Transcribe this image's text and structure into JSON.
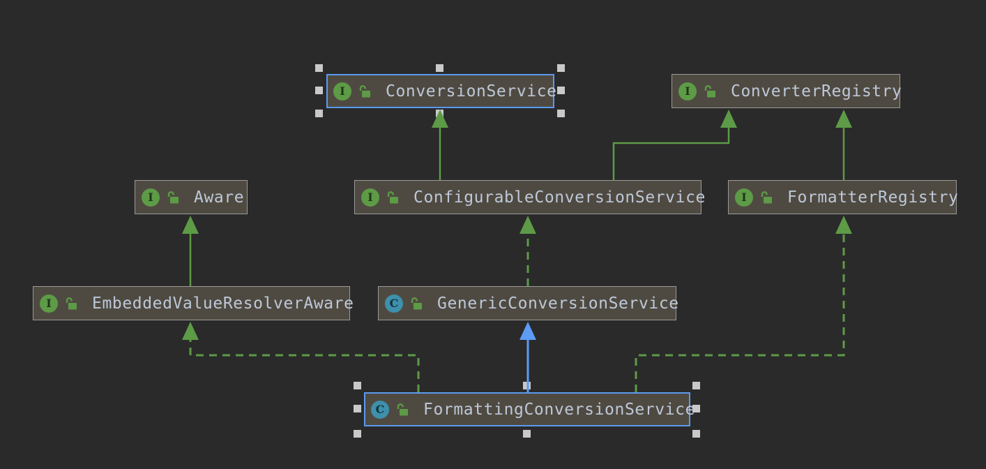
{
  "diagram": {
    "tool": "uml-class-diagram",
    "background_color": "#2a2a2a",
    "node_fill": "#4f4a41",
    "node_border": "#9a9a9a",
    "selection_border": "#5a9af0",
    "label_color": "#bdc8d9",
    "inheritance_color": "#5d9b47",
    "class_extends_color": "#5e9bf5",
    "interface_badge_color": "#5d9b47",
    "class_badge_color": "#3e90ac"
  },
  "icons": {
    "interface_letter": "I",
    "class_letter": "C",
    "visibility": "unlocked"
  },
  "nodes": [
    {
      "label": "ConversionService",
      "kind": "interface",
      "selected": true
    },
    {
      "label": "ConverterRegistry",
      "kind": "interface",
      "selected": false
    },
    {
      "label": "Aware",
      "kind": "interface",
      "selected": false
    },
    {
      "label": "ConfigurableConversionService",
      "kind": "interface",
      "selected": false
    },
    {
      "label": "FormatterRegistry",
      "kind": "interface",
      "selected": false
    },
    {
      "label": "EmbeddedValueResolverAware",
      "kind": "interface",
      "selected": false
    },
    {
      "label": "GenericConversionService",
      "kind": "class",
      "selected": false
    },
    {
      "label": "FormattingConversionService",
      "kind": "class",
      "selected": true
    }
  ],
  "edges": [
    {
      "from": "ConfigurableConversionService",
      "to": "ConversionService",
      "relation": "extends",
      "style": "solid-green"
    },
    {
      "from": "ConfigurableConversionService",
      "to": "ConverterRegistry",
      "relation": "extends",
      "style": "solid-green"
    },
    {
      "from": "FormatterRegistry",
      "to": "ConverterRegistry",
      "relation": "extends",
      "style": "solid-green"
    },
    {
      "from": "EmbeddedValueResolverAware",
      "to": "Aware",
      "relation": "extends",
      "style": "solid-green"
    },
    {
      "from": "GenericConversionService",
      "to": "ConfigurableConversionService",
      "relation": "implements",
      "style": "dashed-green"
    },
    {
      "from": "FormattingConversionService",
      "to": "GenericConversionService",
      "relation": "extends",
      "style": "solid-blue"
    },
    {
      "from": "FormattingConversionService",
      "to": "EmbeddedValueResolverAware",
      "relation": "implements",
      "style": "dashed-green"
    },
    {
      "from": "FormattingConversionService",
      "to": "FormatterRegistry",
      "relation": "implements",
      "style": "dashed-green"
    }
  ]
}
